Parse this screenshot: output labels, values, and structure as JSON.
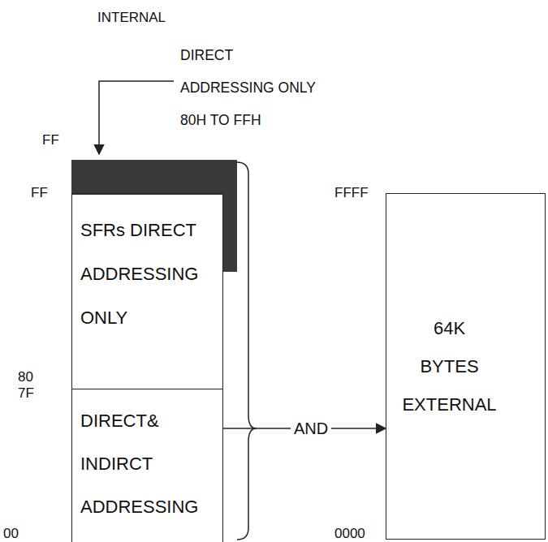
{
  "diagram": {
    "nodes": [
      {
        "text": [
          "SFRs DIRECT ADDRESSING ONLY"
        ]
      },
      {
        "text": [
          "DIRECT& INDIRCT ADDRESSING"
        ]
      },
      {
        "text": [
          "64K BYTES EXTERNAL"
        ]
      }
    ],
    "edges": [
      {
        "from": 1,
        "to": 2,
        "arrow": "to",
        "label": "AND"
      }
    ],
    "labels": [
      "INTERNAL",
      "DIRECT ADDRESSING ONLY 80H TO FFH",
      "FF",
      "FF",
      "80",
      "7F",
      "00",
      "FFFF",
      "0000"
    ]
  }
}
